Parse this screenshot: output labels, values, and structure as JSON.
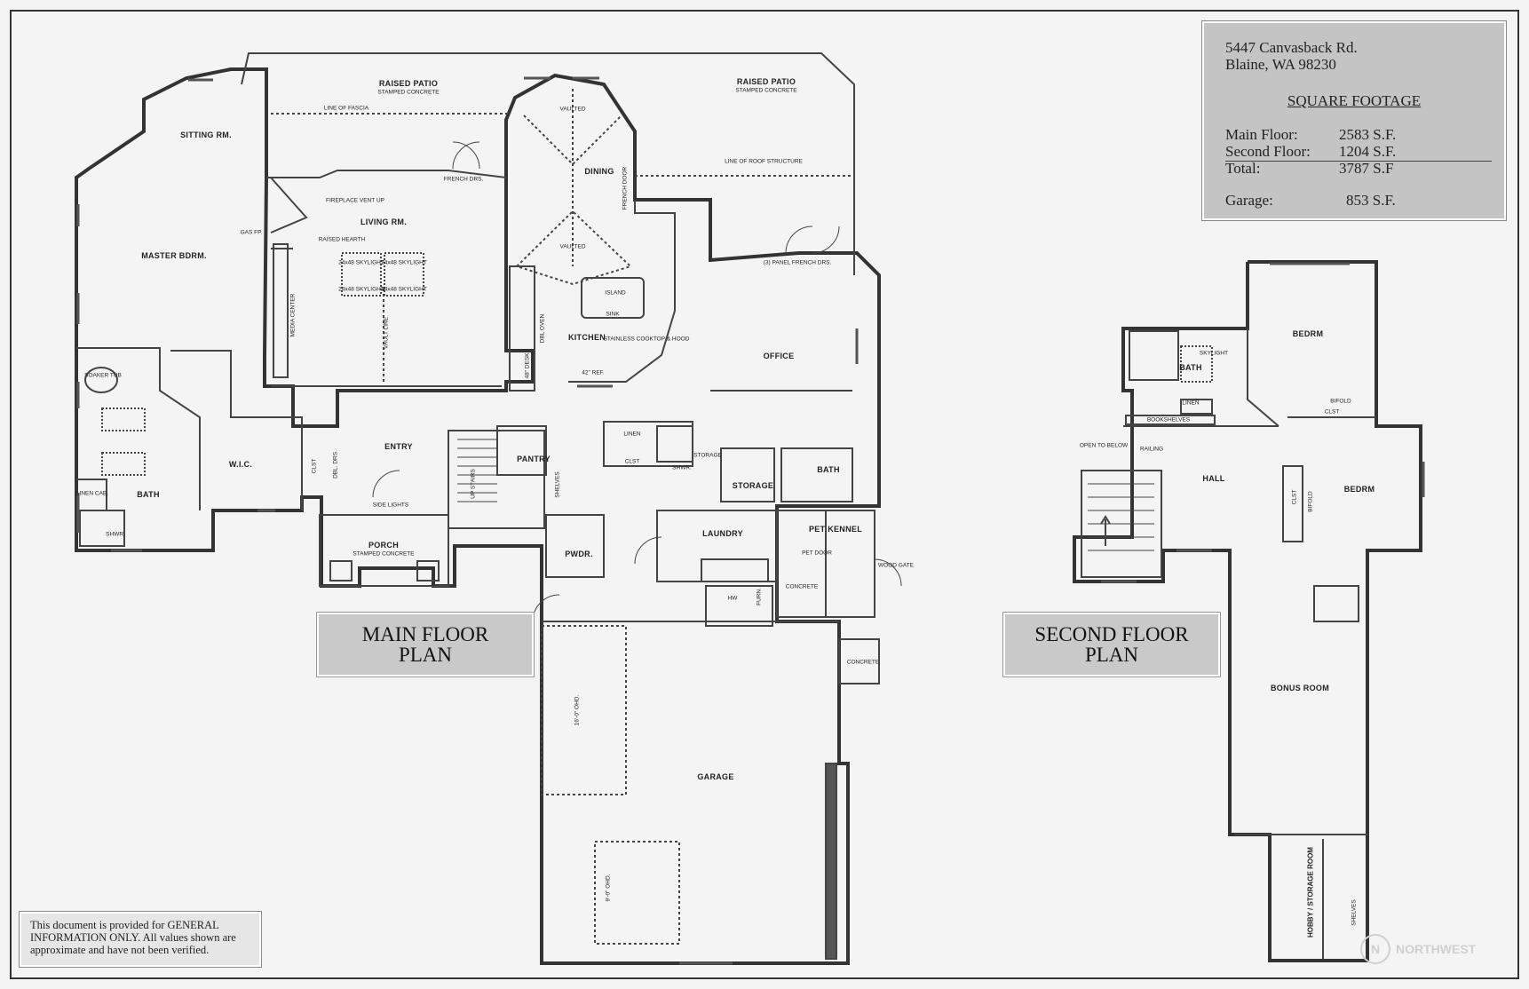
{
  "address": {
    "line1": "5447 Canvasback Rd.",
    "line2": "Blaine, WA 98230"
  },
  "square_footage": {
    "heading": "SQUARE FOOTAGE",
    "rows": [
      {
        "label": "Main Floor:",
        "value": "2583 S.F."
      },
      {
        "label": "Second Floor:",
        "value": "1204 S.F."
      },
      {
        "label": "Total:",
        "value": "3787 S.F"
      }
    ],
    "garage": {
      "label": "Garage:",
      "value": "853 S.F."
    }
  },
  "titles": {
    "main_line1": "MAIN FLOOR",
    "main_line2": "PLAN",
    "second_line1": "SECOND FLOOR",
    "second_line2": "PLAN"
  },
  "disclaimer": "This document is provided for GENERAL INFORMATION ONLY. All values shown are approximate and have not been verified.",
  "watermark": {
    "icon": "N",
    "text": "NORTHWEST"
  },
  "main_floor": {
    "raised_patio_left": "RAISED PATIO",
    "raised_patio_right": "RAISED PATIO",
    "stamped_concrete": "STAMPED CONCRETE",
    "line_of_fascia": "LINE OF FASCIA",
    "line_of_roof": "LINE OF ROOF STRUCTURE",
    "sitting_rm": "SITTING RM.",
    "master_bedrm": "MASTER BDRM.",
    "gas_fp": "GAS FP.",
    "fireplace": "FIREPLACE VENT UP",
    "raised_hearth": "RAISED HEARTH",
    "living_rm": "LIVING RM.",
    "media_center": "MEDIA CENTER",
    "vault_line": "VAULT LINE",
    "skylight": "24x48 SKYLIGHT",
    "french_drs": "FRENCH DRS.",
    "dining": "DINING",
    "vaulted": "VAULTED",
    "french_door": "FRENCH DOOR",
    "island": "ISLAND",
    "sink": "SINK",
    "kitchen": "KITCHEN",
    "dbl_oven": "DBL OVEN",
    "desk": "48\" DESK",
    "refr": "42\" REF.",
    "cooktop": "STAINLESS COOKTOP & HOOD",
    "panel_french": "(3) PANEL FRENCH DRS.",
    "office": "OFFICE",
    "soaker_tub": "SOAKER TUB",
    "linen_cab": "LINEN CAB.",
    "bath": "BATH",
    "shwr": "SHWR.",
    "wic": "W.I.C.",
    "clst": "CLST",
    "dbl_drs": "DBL. DRS.",
    "entry": "ENTRY",
    "side_lights": "SIDE LIGHTS",
    "porch": "PORCH",
    "up_stairs": "UP STAIRS",
    "pantry": "PANTRY",
    "shelves": "SHELVES",
    "linen": "LINEN",
    "storage": "STORAGE",
    "pwdr": "PWDR.",
    "laundry": "LAUNDRY",
    "pet_kennel": "PET KENNEL",
    "pet_door": "PET DOOR",
    "concrete": "CONCRETE",
    "wood_gate": "WOOD GATE",
    "hw": "HW",
    "furn": "FURN.",
    "garage": "GARAGE",
    "ohd1": "16'-0\" OHD.",
    "ohd2": "9'-0\" OHD."
  },
  "second_floor": {
    "bedrm": "BEDRM",
    "bath": "BATH",
    "skylight": "SKYLIGHT",
    "linen": "LINEN",
    "bookshelves": "BOOKSHELVES",
    "open_to_below": "OPEN TO BELOW",
    "railing": "RAILING",
    "hall": "HALL",
    "bifold": "BIFOLD",
    "clst": "CLST",
    "bonus_room": "BONUS ROOM",
    "hobby": "HOBBY / STORAGE ROOM",
    "shelves": "SHELVES"
  }
}
